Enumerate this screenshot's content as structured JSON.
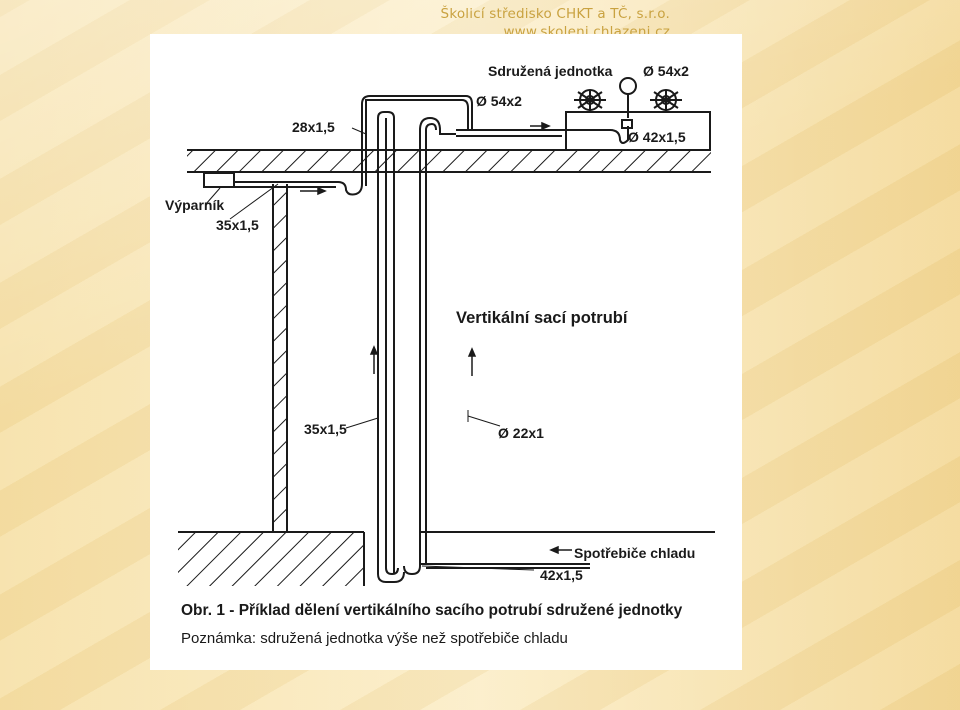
{
  "header": {
    "line1": "Školicí středisko CHKT a TČ, s.r.o.",
    "line2": "www.skoleni.chlazeni.cz"
  },
  "diagram": {
    "labels": {
      "unit_name": "Sdružená jednotka",
      "pipe_54x2_top": "Ø 54x2",
      "pipe_54x2_mid": "Ø 54x2",
      "pipe_28x1_5": "28x1,5",
      "pipe_42x1_5_top": "Ø 42x1,5",
      "evaporator": "Výparník",
      "pipe_35x1_5_top": "35x1,5",
      "vertical_suction": "Vertikální sací potrubí",
      "pipe_35x1_5_mid": "35x1,5",
      "pipe_22x1": "Ø 22x1",
      "consumers": "Spotřebiče chladu",
      "pipe_42x1_5_bottom": "42x1,5"
    },
    "caption": {
      "title": "Obr. 1 - Příklad dělení vertikálního sacího potrubí sdružené jednotky",
      "note": "Poznámka: sdružená jednotka výše než spotřebiče chladu"
    }
  }
}
